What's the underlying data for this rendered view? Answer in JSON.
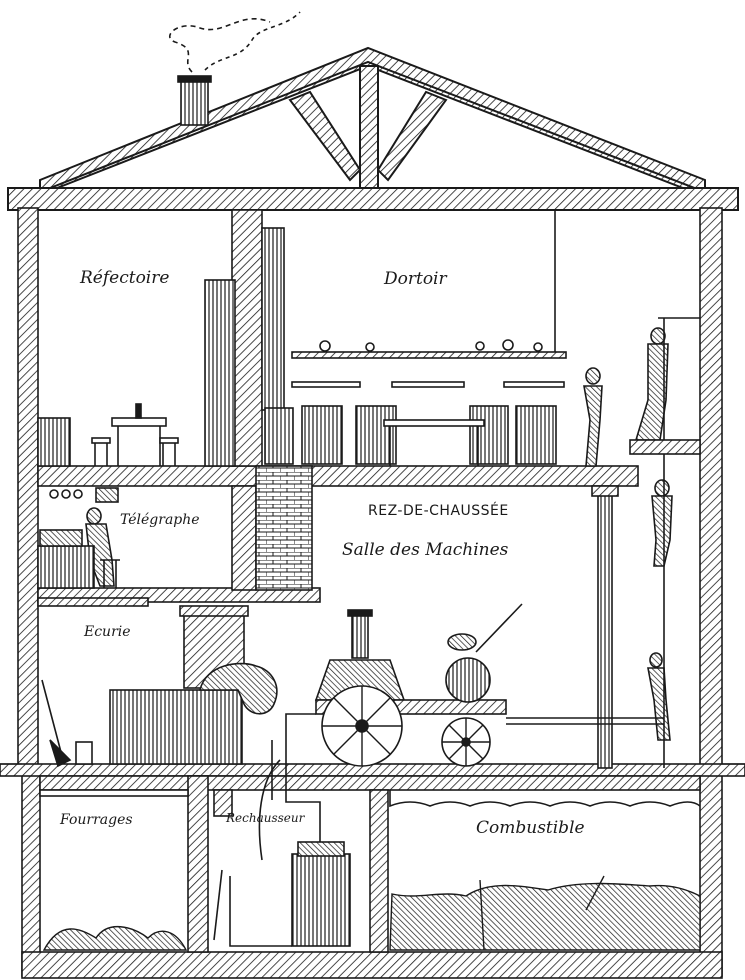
{
  "labels": {
    "refectoire": "Réfectoire",
    "dortoir": "Dortoir",
    "telegraphe": "Télégraphe",
    "rez_de_chaussee": "REZ-DE-CHAUSSÉE",
    "salle_des_machines": "Salle des Machines",
    "ecurie": "Ecurie",
    "fourrages": "Fourrages",
    "rechauffeur": "Rechausseur",
    "combustible": "Combustible"
  },
  "style": {
    "ink": "#1a1a1a",
    "paper": "#ffffff"
  }
}
